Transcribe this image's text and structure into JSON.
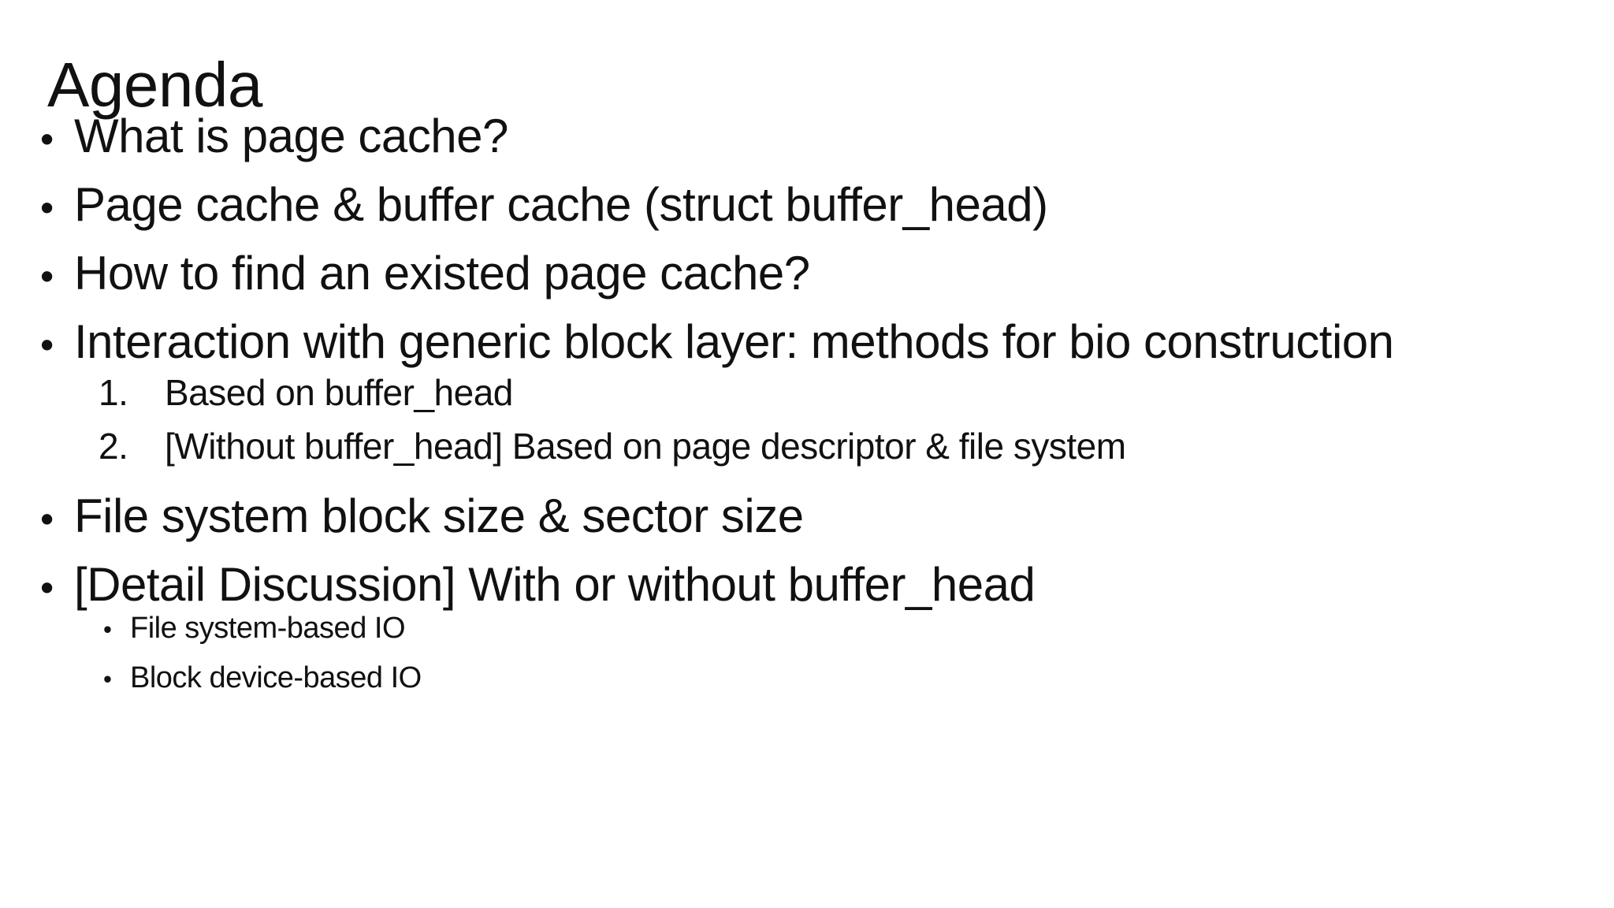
{
  "slide": {
    "title": "Agenda",
    "background_color": "#ffffff",
    "text_color": "#111111"
  },
  "agenda": {
    "bullet_glyph": "•",
    "items": [
      {
        "label": "What is page cache?"
      },
      {
        "label": "Page cache & buffer cache (struct buffer_head)"
      },
      {
        "label": "How to find an existed page cache?"
      },
      {
        "label": "Interaction with generic block layer: methods for bio construction",
        "numbered_children": [
          {
            "number": "1.",
            "label": "Based on buffer_head"
          },
          {
            "number": "2.",
            "label": "[Without buffer_head] Based on page descriptor & file system"
          }
        ]
      },
      {
        "label": "File system block size & sector size"
      },
      {
        "label": "[Detail Discussion] With or without buffer_head",
        "bullet_children": [
          {
            "label": "File system-based IO"
          },
          {
            "label": "Block device-based IO"
          }
        ]
      }
    ]
  }
}
